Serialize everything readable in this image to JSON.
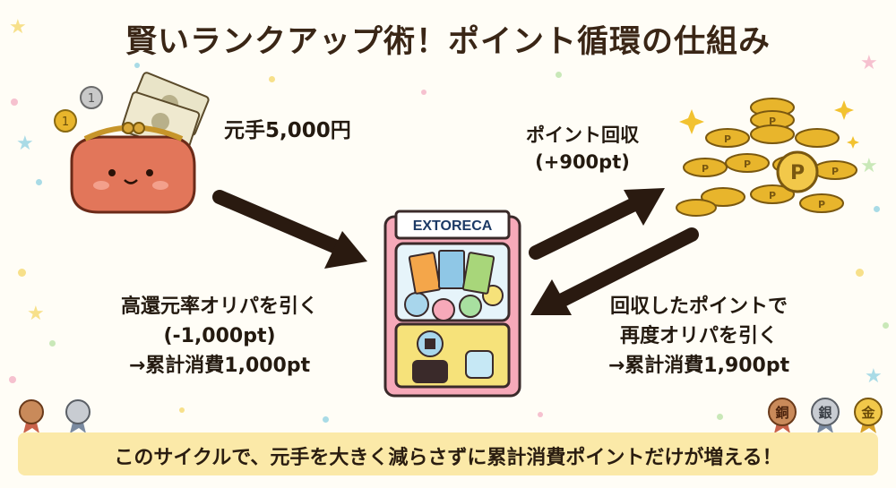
{
  "title": "賢いランクアップ術！ポイント循環の仕組み",
  "steps": {
    "budget": "元手5,000円",
    "recover_line1": "ポイント回収",
    "recover_line2": "(+900pt)",
    "first_draw_line1": "高還元率オリパを引く",
    "first_draw_line2": "(-1,000pt)",
    "first_draw_line3": "→累計消費1,000pt",
    "redraw_line1": "回収したポイントで",
    "redraw_line2": "再度オリパを引く",
    "redraw_line3": "→累計消費1,900pt"
  },
  "machine_label": "EXTORECA",
  "coin_letter": "P",
  "medals": {
    "bronze": "銅",
    "silver": "銀",
    "gold": "金"
  },
  "bottom_message": "このサイクルで、元手を大きく減らさずに累計消費ポイントだけが増える！",
  "colors": {
    "arrow": "#2a1a10",
    "coin": "#e8b52c",
    "purse": "#e2765a",
    "banner": "#fbe9a8",
    "machine_pink": "#f6a9b9",
    "machine_blue": "#a8d6ec",
    "machine_yellow": "#f6e27a"
  },
  "icons": [
    "coin-purse-icon",
    "banknote-icon",
    "coin-stack-icon",
    "gacha-machine-icon",
    "sparkle-icon",
    "medal-icon",
    "star-icon"
  ]
}
